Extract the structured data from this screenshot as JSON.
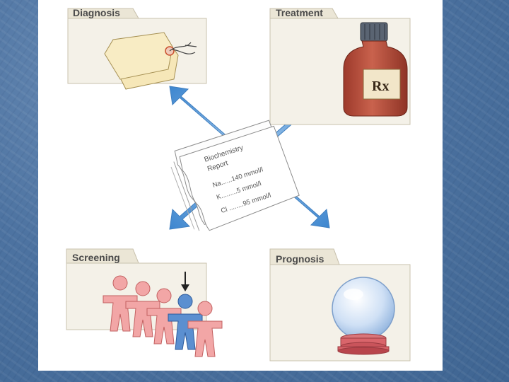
{
  "folders": {
    "diagnosis": "Diagnosis",
    "treatment": "Treatment",
    "screening": "Screening",
    "prognosis": "Prognosis"
  },
  "report": {
    "title_line1": "Biochemistry",
    "title_line2": "Report",
    "line_na": "Na......140 mmol/l",
    "line_k": "K.........5 mmol/l",
    "line_cl": "Cl ........95 mmol/l"
  },
  "bottle_label": "Rx",
  "colors": {
    "background": "#4d73a1",
    "folder": "#f4f1e8",
    "arrow": "#6ba3d6",
    "bottle": "#b8503e",
    "person_pink": "#f2a6a6",
    "person_blue": "#5b8fd0"
  }
}
